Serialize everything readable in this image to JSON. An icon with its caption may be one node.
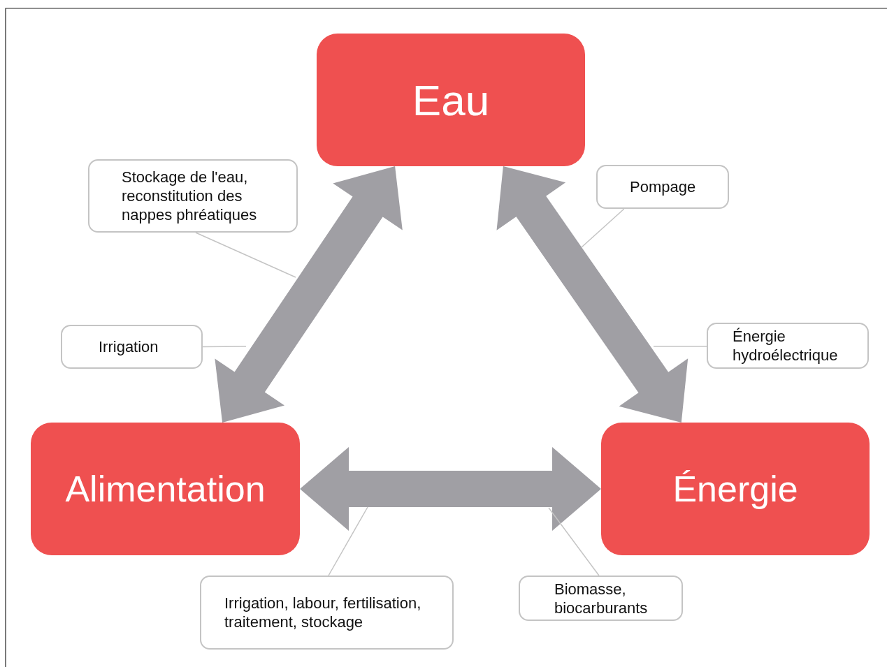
{
  "diagram": {
    "nodes": [
      {
        "text": [
          "Eau"
        ]
      },
      {
        "text": [
          "Alimentation"
        ]
      },
      {
        "text": [
          "Énergie"
        ]
      },
      {
        "text": [
          "Stockage de l'eau, reconstitution des nappes phréatiques"
        ]
      },
      {
        "text": [
          "Pompage"
        ]
      },
      {
        "text": [
          "Irrigation"
        ]
      },
      {
        "text": [
          "Énergie hydroélectrique"
        ]
      },
      {
        "text": [
          "Irrigation, labour, fertilisation, traitement, stockage"
        ]
      },
      {
        "text": [
          "Biomasse, biocarburants"
        ]
      }
    ],
    "edges": [
      {
        "from": 1,
        "to": 0,
        "arrow": "both",
        "style": "thick"
      },
      {
        "from": 0,
        "to": 2,
        "arrow": "both",
        "style": "thick"
      },
      {
        "from": 1,
        "to": 2,
        "arrow": "both",
        "style": "thick"
      },
      {
        "from": 3,
        "to": null,
        "arrow": "none"
      },
      {
        "from": 4,
        "to": null,
        "arrow": "none"
      },
      {
        "from": 5,
        "to": null,
        "arrow": "none"
      },
      {
        "from": 6,
        "to": null,
        "arrow": "none"
      },
      {
        "from": 7,
        "to": null,
        "arrow": "none"
      },
      {
        "from": 8,
        "to": null,
        "arrow": "none"
      }
    ]
  }
}
